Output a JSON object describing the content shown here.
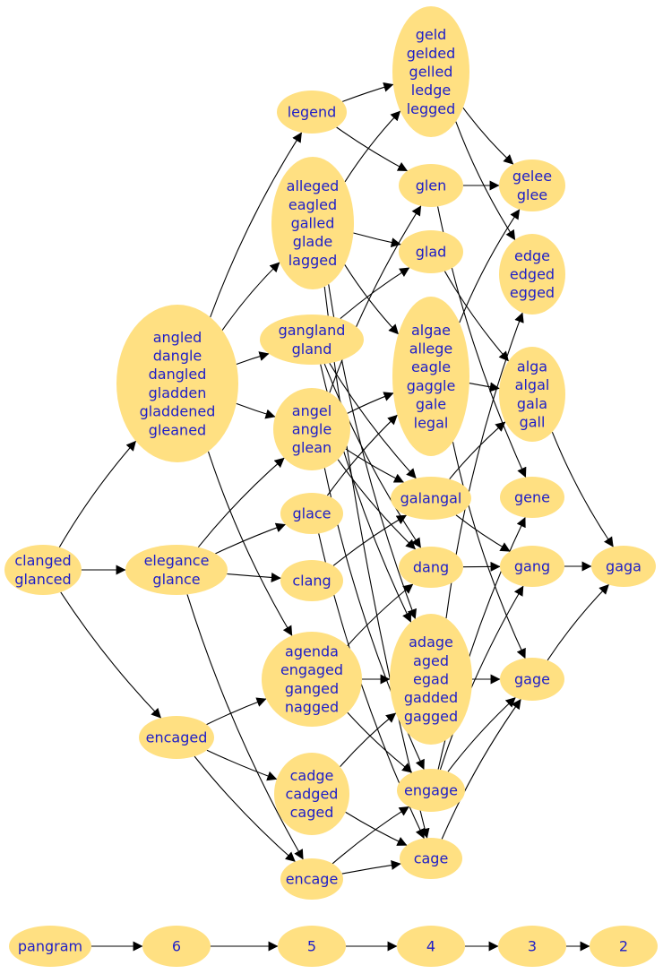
{
  "nodes": {
    "clanged": [
      "clanged",
      "glanced"
    ],
    "angled": [
      "angled",
      "dangle",
      "dangled",
      "gladden",
      "gladdened",
      "gleaned"
    ],
    "elegance": [
      "elegance",
      "glance"
    ],
    "encaged": [
      "encaged"
    ],
    "legend": [
      "legend"
    ],
    "alleged": [
      "alleged",
      "eagled",
      "galled",
      "glade",
      "lagged"
    ],
    "gangland": [
      "gangland",
      "gland"
    ],
    "angel": [
      "angel",
      "angle",
      "glean"
    ],
    "glace": [
      "glace"
    ],
    "clang": [
      "clang"
    ],
    "agenda": [
      "agenda",
      "engaged",
      "ganged",
      "nagged"
    ],
    "cadge": [
      "cadge",
      "cadged",
      "caged"
    ],
    "encage": [
      "encage"
    ],
    "geld": [
      "geld",
      "gelded",
      "gelled",
      "ledge",
      "legged"
    ],
    "glen": [
      "glen"
    ],
    "glad": [
      "glad"
    ],
    "algae": [
      "algae",
      "allege",
      "eagle",
      "gaggle",
      "gale",
      "legal"
    ],
    "galangal": [
      "galangal"
    ],
    "dang": [
      "dang"
    ],
    "adage": [
      "adage",
      "aged",
      "egad",
      "gadded",
      "gagged"
    ],
    "engage": [
      "engage"
    ],
    "cage": [
      "cage"
    ],
    "gelee": [
      "gelee",
      "glee"
    ],
    "edge": [
      "edge",
      "edged",
      "egged"
    ],
    "alga": [
      "alga",
      "algal",
      "gala",
      "gall"
    ],
    "gene": [
      "gene"
    ],
    "gang": [
      "gang"
    ],
    "gage": [
      "gage"
    ],
    "gaga": [
      "gaga"
    ],
    "pangram": [
      "pangram"
    ],
    "n6": [
      "6"
    ],
    "n5": [
      "5"
    ],
    "n4": [
      "4"
    ],
    "n3": [
      "3"
    ],
    "n2": [
      "2"
    ]
  },
  "edges": [
    [
      "clanged",
      "angled"
    ],
    [
      "clanged",
      "elegance"
    ],
    [
      "clanged",
      "encaged"
    ],
    [
      "angled",
      "legend"
    ],
    [
      "angled",
      "alleged"
    ],
    [
      "angled",
      "gangland"
    ],
    [
      "angled",
      "angel"
    ],
    [
      "angled",
      "agenda"
    ],
    [
      "elegance",
      "angel"
    ],
    [
      "elegance",
      "glace"
    ],
    [
      "elegance",
      "clang"
    ],
    [
      "elegance",
      "encage"
    ],
    [
      "encaged",
      "agenda"
    ],
    [
      "encaged",
      "cadge"
    ],
    [
      "encaged",
      "encage"
    ],
    [
      "legend",
      "geld"
    ],
    [
      "legend",
      "glen"
    ],
    [
      "alleged",
      "geld"
    ],
    [
      "alleged",
      "glad"
    ],
    [
      "alleged",
      "algae"
    ],
    [
      "alleged",
      "adage"
    ],
    [
      "alleged",
      "cage"
    ],
    [
      "gangland",
      "glad"
    ],
    [
      "gangland",
      "galangal"
    ],
    [
      "gangland",
      "dang"
    ],
    [
      "gangland",
      "adage"
    ],
    [
      "angel",
      "glen"
    ],
    [
      "angel",
      "algae"
    ],
    [
      "angel",
      "galangal"
    ],
    [
      "angel",
      "dang"
    ],
    [
      "angel",
      "engage"
    ],
    [
      "glace",
      "algae"
    ],
    [
      "glace",
      "cage"
    ],
    [
      "clang",
      "galangal"
    ],
    [
      "agenda",
      "dang"
    ],
    [
      "agenda",
      "adage"
    ],
    [
      "agenda",
      "engage"
    ],
    [
      "cadge",
      "adage"
    ],
    [
      "cadge",
      "cage"
    ],
    [
      "encage",
      "engage"
    ],
    [
      "encage",
      "cage"
    ],
    [
      "geld",
      "gelee"
    ],
    [
      "geld",
      "edge"
    ],
    [
      "glen",
      "gelee"
    ],
    [
      "glen",
      "gene"
    ],
    [
      "glad",
      "alga"
    ],
    [
      "algae",
      "gelee"
    ],
    [
      "algae",
      "alga"
    ],
    [
      "algae",
      "gage"
    ],
    [
      "galangal",
      "alga"
    ],
    [
      "galangal",
      "gang"
    ],
    [
      "dang",
      "gang"
    ],
    [
      "adage",
      "edge"
    ],
    [
      "adage",
      "gage"
    ],
    [
      "engage",
      "gene"
    ],
    [
      "engage",
      "gang"
    ],
    [
      "engage",
      "gage"
    ],
    [
      "cage",
      "gage"
    ],
    [
      "alga",
      "gaga"
    ],
    [
      "gang",
      "gaga"
    ],
    [
      "gage",
      "gaga"
    ],
    [
      "pangram",
      "n6"
    ],
    [
      "n6",
      "n5"
    ],
    [
      "n5",
      "n4"
    ],
    [
      "n4",
      "n3"
    ],
    [
      "n3",
      "n2"
    ]
  ]
}
